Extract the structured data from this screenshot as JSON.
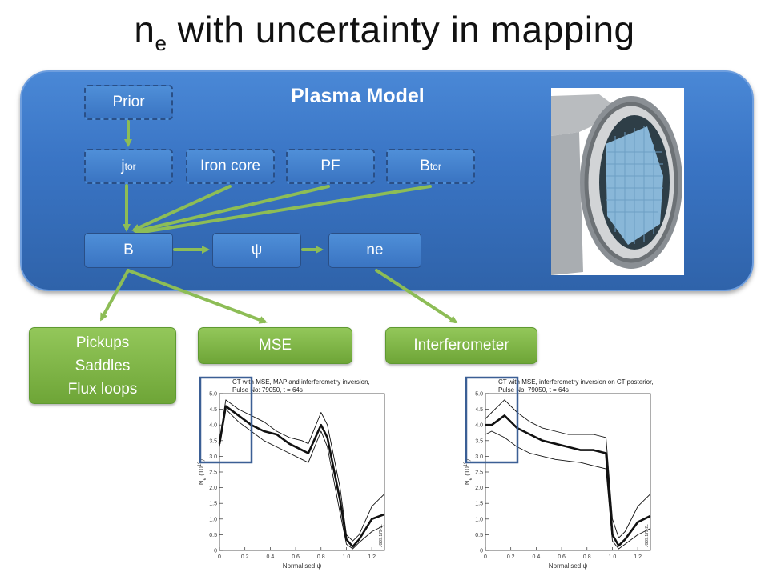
{
  "title": {
    "base": "n",
    "sub": "e",
    "rest": " with uncertainty in mapping"
  },
  "model": {
    "title": "Plasma Model",
    "nodes": {
      "prior": "Prior",
      "jtor_base": "j",
      "jtor_sub": "tor",
      "iron_core": "Iron core",
      "pf": "PF",
      "btor_base": "B",
      "btor_sub": "tor",
      "b": "B",
      "psi": "ψ",
      "ne": "ne"
    }
  },
  "sensors": {
    "pickups": [
      "Pickups",
      "Saddles",
      "Flux loops"
    ],
    "mse": "MSE",
    "interferometer": "Interferometer"
  },
  "colors": {
    "panel_blue": "#3a75c5",
    "node_blue": "#4f8fd8",
    "sensor_green": "#7fb547",
    "arrow_green": "#8dbd56",
    "highlight_box": "#3b5f95"
  },
  "chart_data": [
    {
      "type": "line",
      "title": "CT with MSE, MAP and inferferometry inversion,",
      "subtitle": "Pulse No: 79050, t = 64s",
      "xlabel": "Normalised ψ",
      "ylabel": "N",
      "ylabel_sub": "e",
      "ylabel_unit": "(10",
      "ylabel_exp": "19",
      "ylabel_close": ")",
      "xlim": [
        0,
        1.3
      ],
      "ylim": [
        0,
        5.0
      ],
      "xticks": [
        "0",
        "0.2",
        "0.4",
        "0.6",
        "0.8",
        "1.0",
        "1.2"
      ],
      "yticks": [
        "0",
        "0.5",
        "1.0",
        "1.5",
        "2.0",
        "2.5",
        "3.0",
        "3.5",
        "4.0",
        "4.5",
        "5.0"
      ],
      "series": [
        {
          "role": "upper",
          "x": [
            0,
            0.05,
            0.15,
            0.25,
            0.35,
            0.45,
            0.55,
            0.65,
            0.7,
            0.8,
            0.85,
            0.95,
            1.0,
            1.05,
            1.1,
            1.2,
            1.3
          ],
          "y": [
            3.5,
            4.8,
            4.5,
            4.3,
            4.1,
            3.8,
            3.6,
            3.5,
            3.4,
            4.4,
            4.0,
            2.0,
            0.5,
            0.3,
            0.5,
            1.4,
            1.8
          ]
        },
        {
          "role": "mean",
          "x": [
            0,
            0.05,
            0.15,
            0.25,
            0.35,
            0.45,
            0.55,
            0.65,
            0.7,
            0.8,
            0.85,
            0.95,
            1.0,
            1.05,
            1.1,
            1.2,
            1.3
          ],
          "y": [
            3.4,
            4.6,
            4.3,
            4.0,
            3.8,
            3.7,
            3.4,
            3.2,
            3.1,
            4.0,
            3.6,
            1.6,
            0.35,
            0.12,
            0.35,
            1.0,
            1.15
          ]
        },
        {
          "role": "lower",
          "x": [
            0,
            0.05,
            0.15,
            0.25,
            0.35,
            0.45,
            0.55,
            0.65,
            0.7,
            0.8,
            0.85,
            0.95,
            1.0,
            1.05,
            1.1,
            1.2,
            1.3
          ],
          "y": [
            3.3,
            4.5,
            4.1,
            3.8,
            3.5,
            3.3,
            3.1,
            2.9,
            2.8,
            3.8,
            3.3,
            1.2,
            0.2,
            0.05,
            0.25,
            0.6,
            0.8
          ]
        }
      ],
      "side_label": "JG09.179-1c"
    },
    {
      "type": "line",
      "title": "CT with MSE, inferferometry inversion on CT posterior,",
      "subtitle": "Pulse No: 79050, t = 64s",
      "xlabel": "Normalised ψ",
      "ylabel": "N",
      "ylabel_sub": "e",
      "ylabel_unit": "(10",
      "ylabel_exp": "19",
      "ylabel_close": ")",
      "xlim": [
        0,
        1.3
      ],
      "ylim": [
        0,
        5.0
      ],
      "xticks": [
        "0",
        "0.2",
        "0.4",
        "0.6",
        "0.8",
        "1.0",
        "1.2"
      ],
      "yticks": [
        "0",
        "0.5",
        "1.0",
        "1.5",
        "2.0",
        "2.5",
        "3.0",
        "3.5",
        "4.0",
        "4.5",
        "5.0"
      ],
      "series": [
        {
          "role": "upper",
          "x": [
            0,
            0.05,
            0.15,
            0.25,
            0.35,
            0.45,
            0.55,
            0.65,
            0.75,
            0.85,
            0.95,
            1.0,
            1.05,
            1.1,
            1.2,
            1.3
          ],
          "y": [
            4.2,
            4.4,
            4.8,
            4.4,
            4.1,
            3.9,
            3.8,
            3.7,
            3.7,
            3.7,
            3.6,
            1.0,
            0.4,
            0.6,
            1.4,
            1.8
          ]
        },
        {
          "role": "mean",
          "x": [
            0,
            0.05,
            0.15,
            0.25,
            0.35,
            0.45,
            0.55,
            0.65,
            0.75,
            0.85,
            0.95,
            1.0,
            1.05,
            1.1,
            1.2,
            1.3
          ],
          "y": [
            4.0,
            4.0,
            4.3,
            3.9,
            3.7,
            3.5,
            3.4,
            3.3,
            3.2,
            3.2,
            3.1,
            0.5,
            0.15,
            0.35,
            0.9,
            1.1
          ]
        },
        {
          "role": "lower",
          "x": [
            0,
            0.05,
            0.15,
            0.25,
            0.35,
            0.45,
            0.55,
            0.65,
            0.75,
            0.85,
            0.95,
            1.0,
            1.05,
            1.1,
            1.2,
            1.3
          ],
          "y": [
            3.7,
            3.8,
            3.6,
            3.3,
            3.1,
            3.0,
            2.9,
            2.85,
            2.8,
            2.7,
            2.6,
            0.3,
            0.05,
            0.2,
            0.5,
            0.7
          ]
        }
      ],
      "side_label": "JG09.179-2c"
    }
  ]
}
